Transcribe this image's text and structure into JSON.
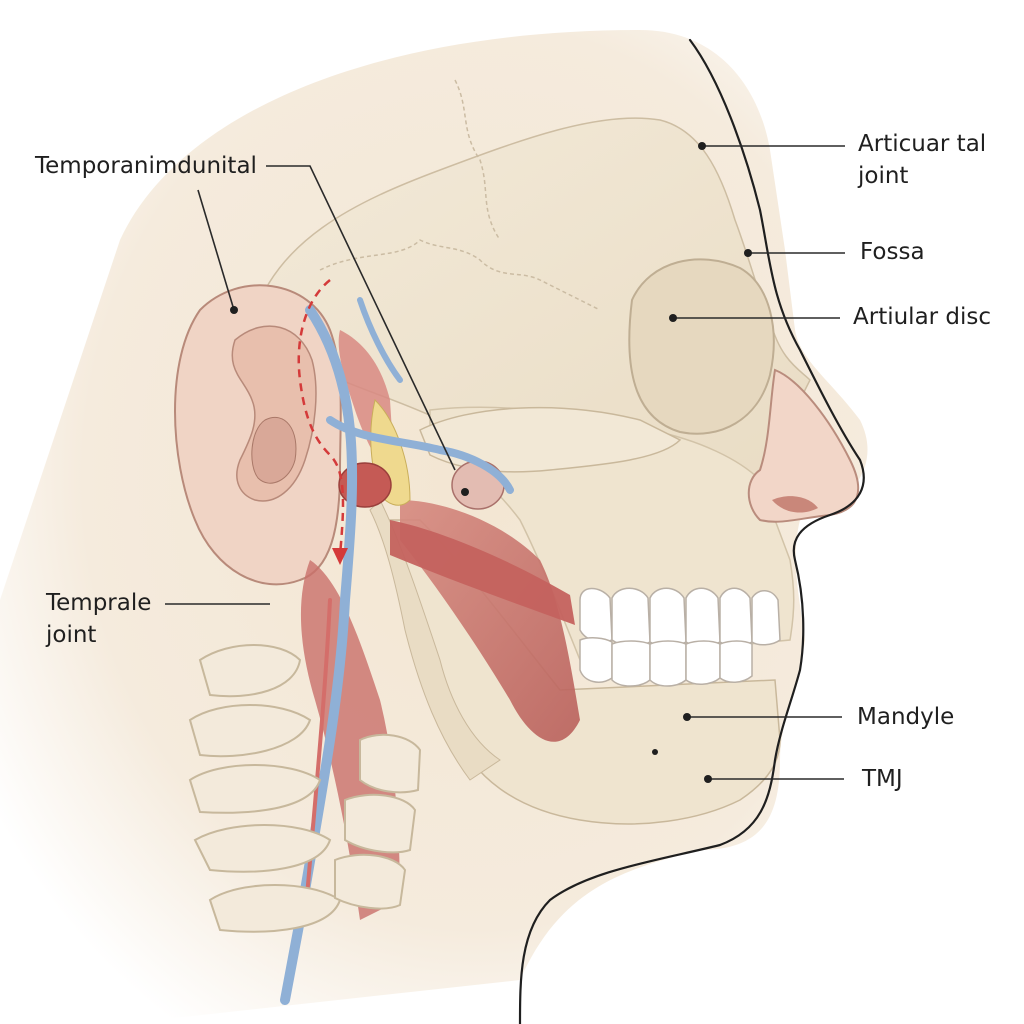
{
  "labels": {
    "temporomandibular": {
      "text": "Temporanimdunital"
    },
    "articular_joint": {
      "line1": "Articuar tal",
      "line2": "joint"
    },
    "fossa": {
      "text": "Fossa"
    },
    "articular_disc": {
      "text": "Artiular disc"
    },
    "temporal_joint": {
      "line1": "Temprale",
      "line2": "joint"
    },
    "mandyle": {
      "text": "Mandyle"
    },
    "tmj": {
      "text": "TMJ"
    }
  },
  "colors": {
    "background": "#ffffff",
    "bone": "#f1e6d2",
    "skin": "#f4e8d8",
    "muscle": "#c9716b",
    "vessel_blue": "#8fb0d6",
    "cartilage": "#efd98e",
    "ear": "#efcfc0",
    "leader_line": "#2a2a2a",
    "highlight_dash": "#d43a3a"
  }
}
